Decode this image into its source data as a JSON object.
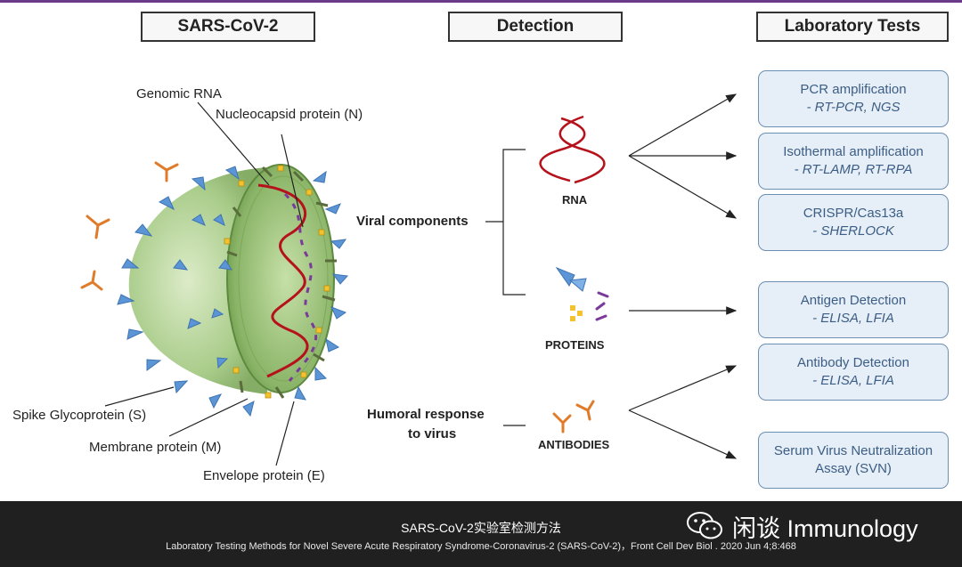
{
  "headers": {
    "virus": "SARS-CoV-2",
    "detection": "Detection",
    "lab_tests": "Laboratory Tests"
  },
  "virus_labels": {
    "genomic_rna": "Genomic RNA",
    "nucleocapsid": "Nucleocapsid protein (N)",
    "spike": "Spike Glycoprotein (S)",
    "membrane": "Membrane protein (M)",
    "envelope": "Envelope protein (E)"
  },
  "detection": {
    "viral_components": "Viral components",
    "humoral_line1": "Humoral response",
    "humoral_line2": "to virus",
    "rna": "RNA",
    "proteins": "PROTEINS",
    "antibodies": "ANTIBODIES"
  },
  "tests": [
    {
      "title": "PCR amplification",
      "sub": "- RT-PCR, NGS"
    },
    {
      "title": "Isothermal amplification",
      "sub": "- RT-LAMP, RT-RPA"
    },
    {
      "title": "CRISPR/Cas13a",
      "sub": "- SHERLOCK"
    },
    {
      "title": "Antigen Detection",
      "sub": "- ELISA, LFIA"
    },
    {
      "title": "Antibody Detection",
      "sub": "- ELISA, LFIA"
    },
    {
      "title": "Serum Virus Neutralization",
      "sub": "Assay (SVN)"
    }
  ],
  "footer": {
    "title": "SARS-CoV-2实验室检测方法",
    "citation": "Laboratory Testing Methods for Novel Severe Acute Respiratory Syndrome-Coronavirus-2 (SARS-CoV-2)，Front Cell Dev Biol . 2020 Jun 4;8:468",
    "brand": "闲谈 Immunology"
  },
  "colors": {
    "accent_purple": "#6b3a8a",
    "box_fill": "#e6eef7",
    "box_border": "#6d8fb3",
    "box_text": "#3c5e85",
    "rna_red": "#b5121b",
    "spike_blue": "#5b95d6",
    "antibody_orange": "#e07b2a",
    "virus_green": "#8fba6c"
  },
  "icons": [
    "wechat-icon",
    "virus-illustration",
    "rna-helix-icon",
    "protein-icon",
    "antibody-icon"
  ]
}
